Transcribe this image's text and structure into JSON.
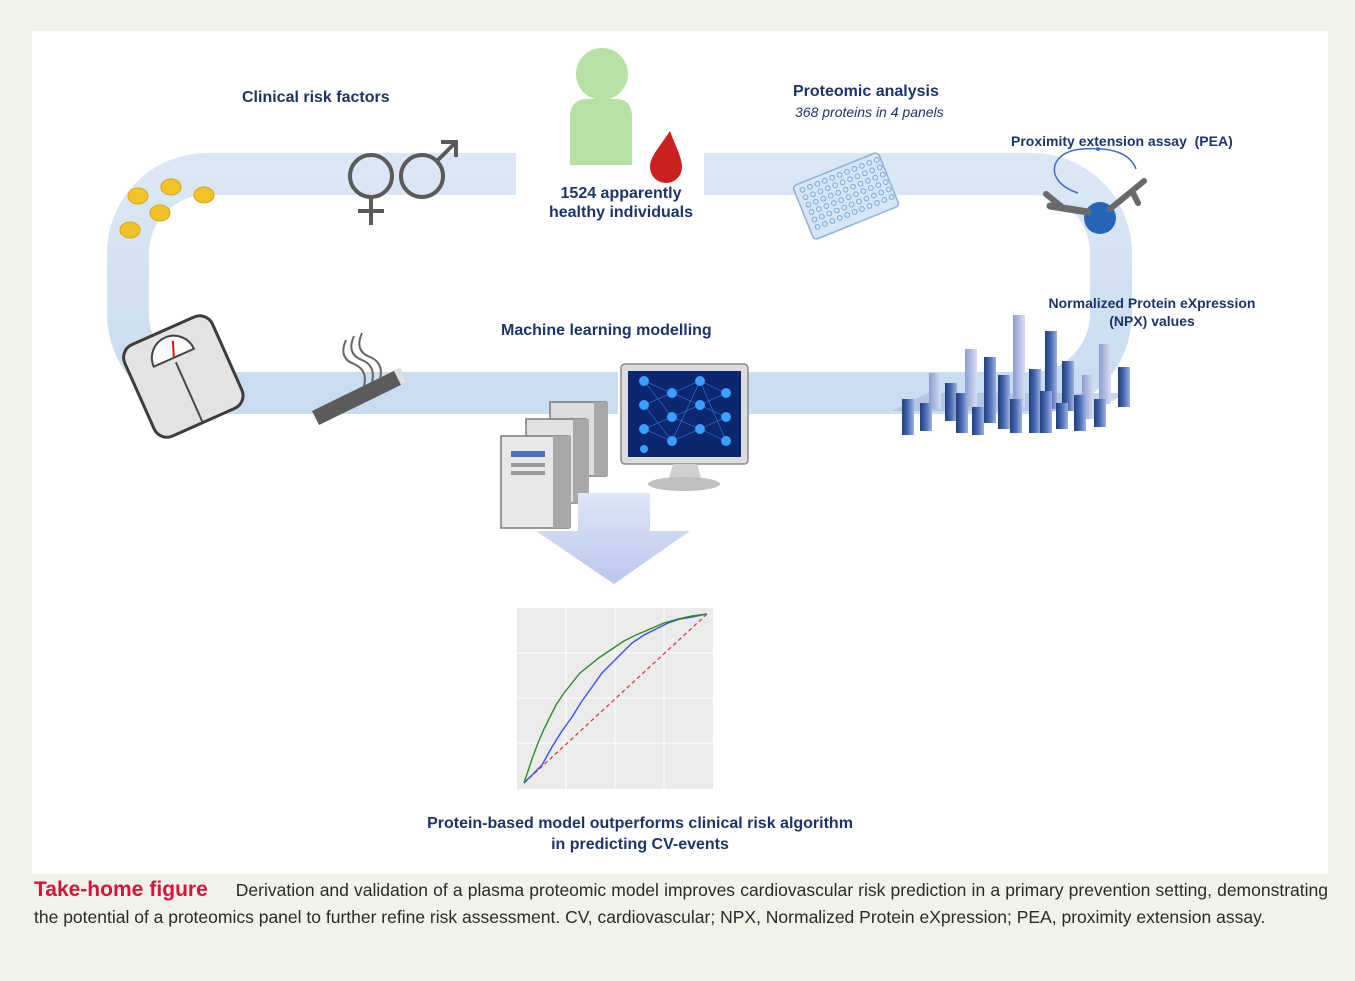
{
  "figure": {
    "labels": {
      "clinical_risk_factors": "Clinical risk factors",
      "individuals_line1": "1524 apparently",
      "individuals_line2": "healthy individuals",
      "proteomic_analysis": "Proteomic analysis",
      "proteomic_subtitle": "368 proteins in 4 panels",
      "pea": "Proximity extension assay  (PEA)",
      "npx_line1": "Normalized Protein eXpression",
      "npx_line2": "(NPX) values",
      "machine_learning": "Machine learning modelling",
      "conclusion_line1": "Protein-based model outperforms clinical risk algorithm",
      "conclusion_line2": "in predicting CV-events"
    },
    "icons": [
      "person-icon",
      "blood-drop-icon",
      "female-symbol-icon",
      "male-symbol-icon",
      "pills-icon",
      "scale-icon",
      "cigarette-icon",
      "well-plate-icon",
      "pea-assay-icon",
      "npx-3d-bar-chart-icon",
      "server-icon",
      "monitor-neural-network-icon",
      "down-arrow-icon",
      "roc-curve-plot-icon"
    ],
    "colors": {
      "band": "#cfe0f1",
      "text": "#1d3566",
      "caption_title": "#d4143c",
      "roc_protein": "#2c8a2c",
      "roc_clinical": "#3b4fe8",
      "roc_reference": "#e03030"
    }
  },
  "caption": {
    "title": "Take-home figure",
    "text": "Derivation and validation of a plasma proteomic model improves cardiovascular risk prediction in a primary prevention setting, demonstrating the potential of a proteomics panel to further refine risk assessment. CV, cardiovascular; NPX, Normalized Protein eXpression; PEA, proximity extension assay."
  }
}
